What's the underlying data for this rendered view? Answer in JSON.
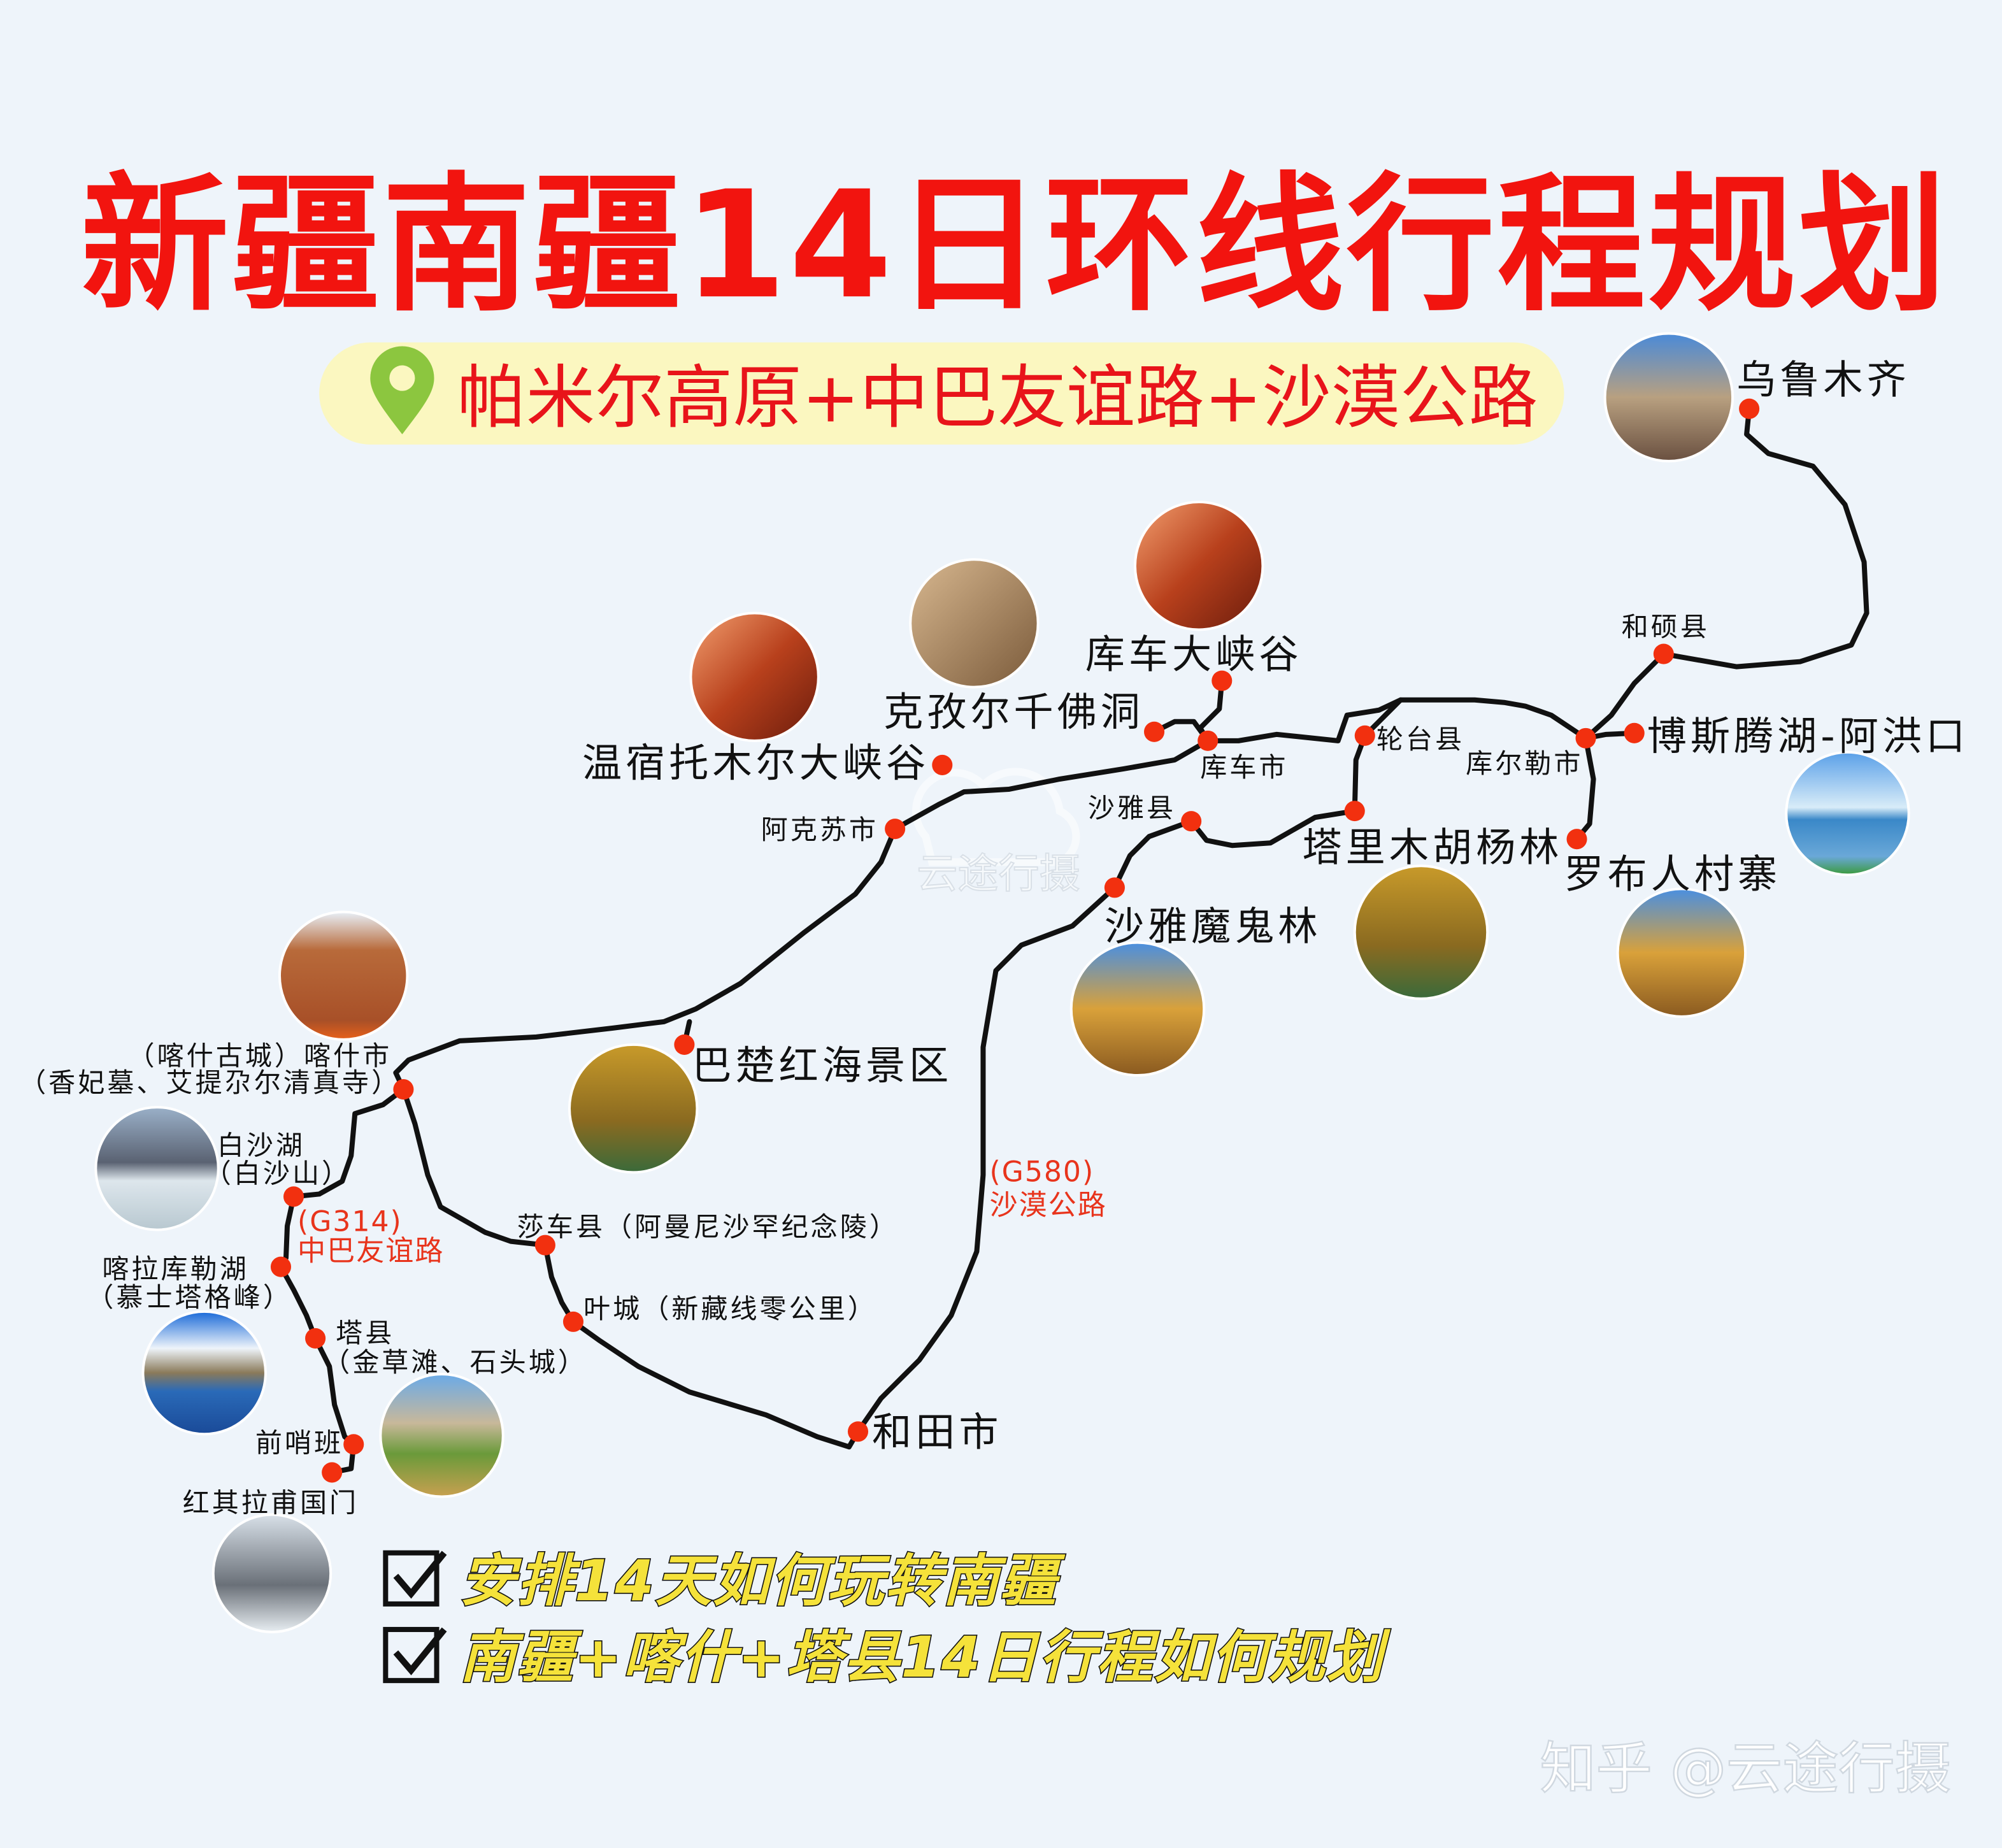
{
  "title": "新疆南疆14日环线行程规划",
  "subtitle": "帕米尔高原+中巴友谊路+沙漠公路",
  "colors": {
    "title": "#f2140f",
    "dot": "#f2300f",
    "route": "#111111",
    "subtitle_bg": "#fbf7c0",
    "pin": "#8cc63f",
    "check_text": "#f5e23a",
    "background": "#eef4fa"
  },
  "places": {
    "urumqi": "乌鲁木齐",
    "heshuo": "和硕县",
    "bosten": "博斯腾湖-阿洪口",
    "korla": "库尔勒市",
    "luntai": "轮台县",
    "tarim": "塔里木胡杨林",
    "lopnur": "罗布人村寨",
    "kuqa": "库车市",
    "kuqa_canyon": "库车大峡谷",
    "kizil": "克孜尔千佛洞",
    "wensu": "温宿托木尔大峡谷",
    "aksu": "阿克苏市",
    "shaya": "沙雅县",
    "shaya_forest": "沙雅魔鬼林",
    "bachu": "巴楚红海景区",
    "kashgar_1": "（喀什古城）喀什市",
    "kashgar_2": "（香妃墓、艾提尕尔清真寺）",
    "baisha_1": "白沙湖",
    "baisha_2": "（白沙山）",
    "karakul_1": "喀拉库勒湖",
    "karakul_2": "（慕士塔格峰）",
    "taxian_1": "塔县",
    "taxian_2": "（金草滩、石头城）",
    "qianshao": "前哨班",
    "khunjerab": "红其拉甫国门",
    "shache": "莎车县（阿曼尼沙罕纪念陵）",
    "yecheng": "叶城（新藏线零公里）",
    "hotan": "和田市"
  },
  "roads": {
    "g314_code": "(G314)",
    "g314_name": "中巴友谊路",
    "g580_code": "(G580)",
    "g580_name": "沙漠公路"
  },
  "checklist": [
    "安排14天如何玩转南疆",
    "南疆+喀什+塔县14日行程如何规划"
  ],
  "watermark_center": "云途行摄",
  "watermark_corner": "知乎 @云途行摄"
}
